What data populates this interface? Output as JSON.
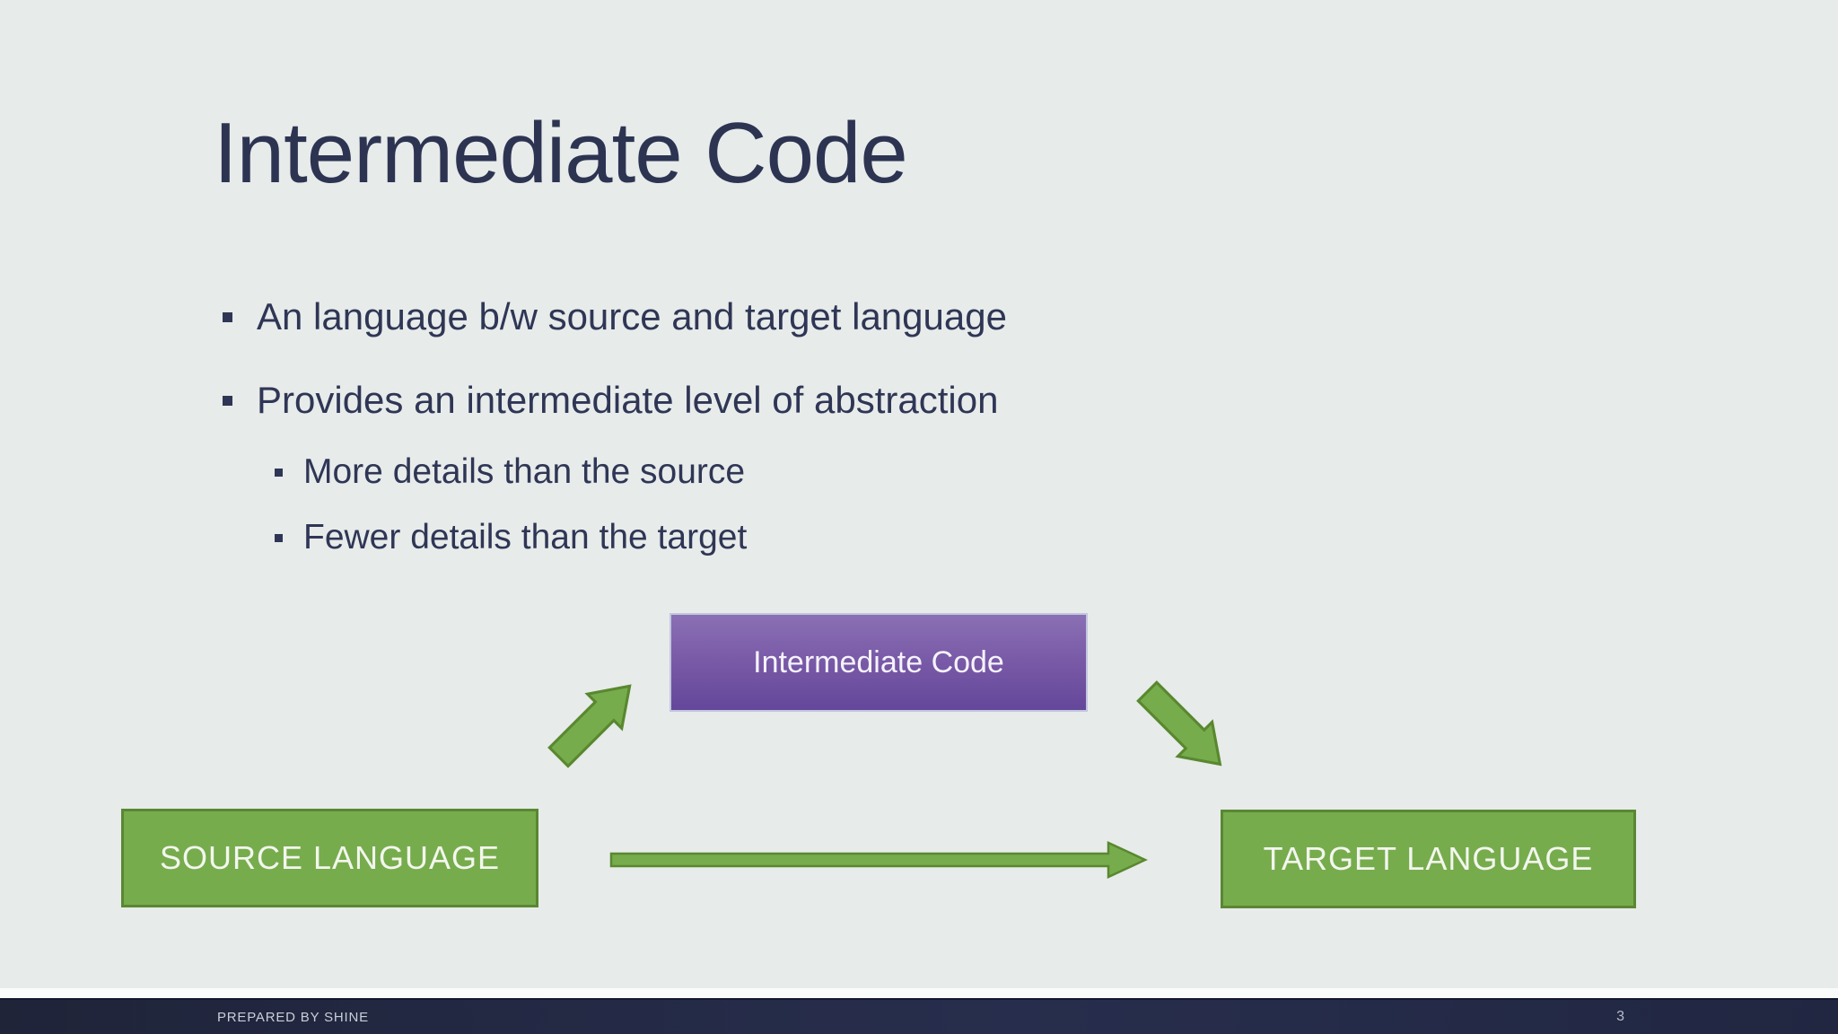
{
  "colors": {
    "background": "#E7EBEA",
    "text_navy": "#2F3655",
    "green_fill": "#77AC4D",
    "green_border": "#59882F",
    "purple_gradient_top": "#8A70B4",
    "purple_gradient_bottom": "#64479A",
    "footer_bar_navy": "#242A44",
    "footer_text": "#C9CEDA",
    "box_text_white": "#F3F6EE"
  },
  "slide": {
    "title": "Intermediate Code",
    "bullets": [
      {
        "level": 1,
        "text": "An language b/w source and target language"
      },
      {
        "level": 1,
        "text": "Provides an intermediate level of abstraction"
      },
      {
        "level": 2,
        "text": "More details than the source"
      },
      {
        "level": 2,
        "text": "Fewer details than the target"
      }
    ],
    "diagram": {
      "intermediate_label": "Intermediate Code",
      "source_label": "SOURCE LANGUAGE",
      "target_label": "TARGET LANGUAGE",
      "arrows": [
        {
          "name": "source-to-intermediate-arrow",
          "direction": "up-right"
        },
        {
          "name": "intermediate-to-target-arrow",
          "direction": "down-right"
        },
        {
          "name": "source-to-target-arrow",
          "direction": "right"
        }
      ]
    },
    "footer": {
      "prepared_by": "PREPARED BY SHINE",
      "page_number": "3"
    }
  }
}
